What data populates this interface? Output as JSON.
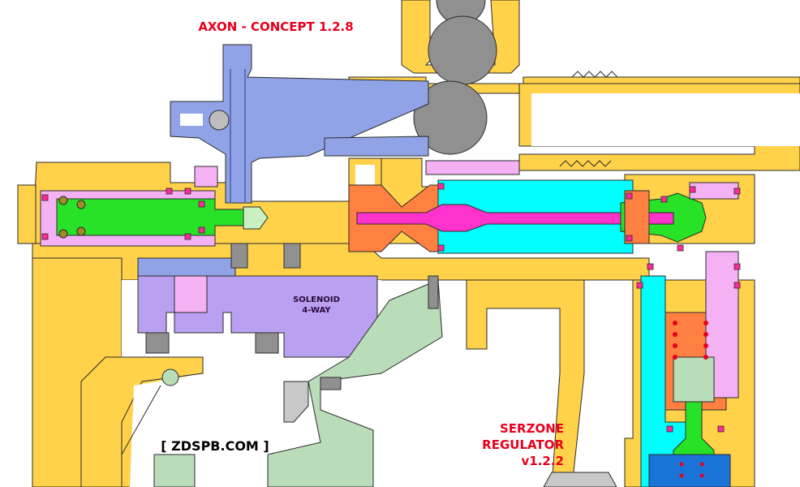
{
  "title": "AXON - CONCEPT 1.2.8",
  "solenoid_label": {
    "line1": "SOLENOID",
    "line2": "4-WAY"
  },
  "watermark": "[ ZDSPB.COM ]",
  "regulator_label": {
    "line1": "SERZONE",
    "line2": "REGULATOR",
    "line3": "v1.2.2"
  },
  "colors": {
    "body": "#ffd24a",
    "bolt": "#28e228",
    "chamber": "#00ffff",
    "poppet": "#ff33cc",
    "feedneck": "#8fa3e6",
    "solenoid": "#b9a0f0",
    "valve_block": "#ff8040",
    "board": "#b9dcb9",
    "ball": "#909090",
    "oring": "#ff2a9a",
    "label_red": "#e8001c"
  }
}
